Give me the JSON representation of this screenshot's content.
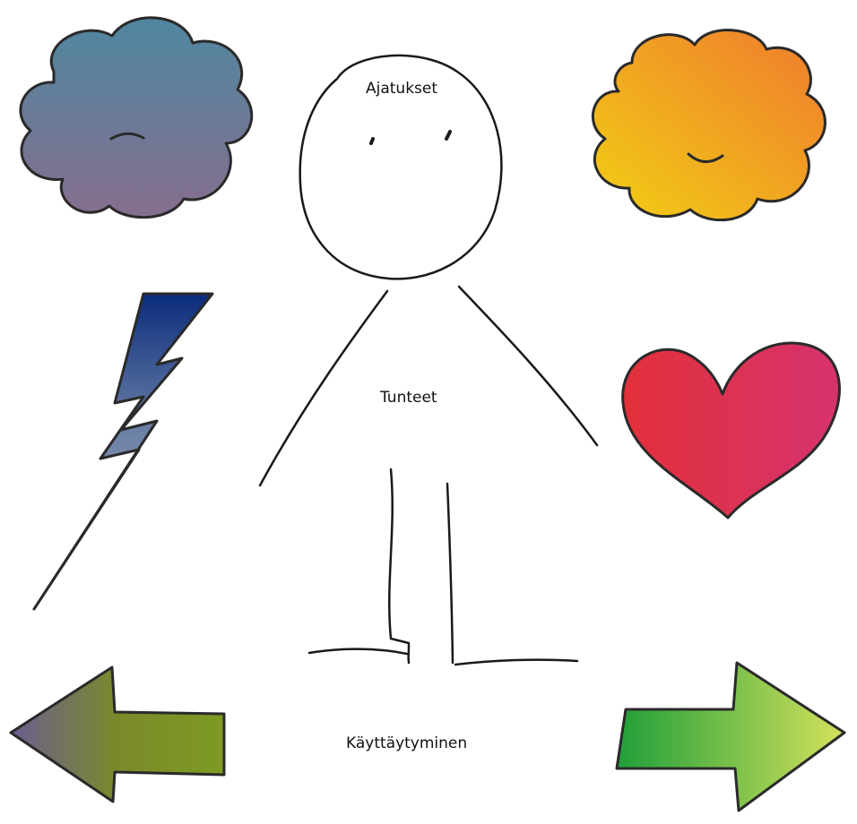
{
  "labels": {
    "thoughts": "Ajatukset",
    "feelings": "Tunteet",
    "behaviour": "Käyttäytyminen"
  },
  "colors": {
    "background": "#ffffff",
    "outline": "#2a2a2a",
    "sad_cloud": [
      "#4f87a0",
      "#866e8e"
    ],
    "happy_cloud": [
      "#ef7f2c",
      "#f0c81a"
    ],
    "lightning": [
      "#0d2f7e",
      "#a5a7ab"
    ],
    "heart": [
      "#e02f3a",
      "#d8346c"
    ],
    "left_arrow": [
      "#6a5f8c",
      "#7b9325"
    ],
    "right_arrow": [
      "#24a43c",
      "#cfe058"
    ]
  },
  "icons": [
    "sad-cloud-icon",
    "happy-cloud-icon",
    "lightning-icon",
    "heart-icon",
    "left-arrow-icon",
    "right-arrow-icon",
    "stick-figure"
  ]
}
